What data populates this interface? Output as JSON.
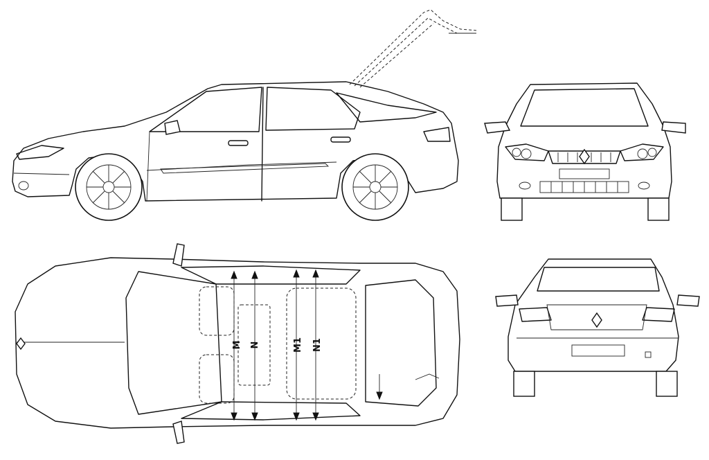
{
  "dimension_labels": {
    "m": "M",
    "n": "N",
    "m1": "M1",
    "n1": "N1"
  },
  "views": [
    "side-view",
    "front-view",
    "top-view",
    "rear-view"
  ],
  "brand_icon": "renault-diamond-icon"
}
